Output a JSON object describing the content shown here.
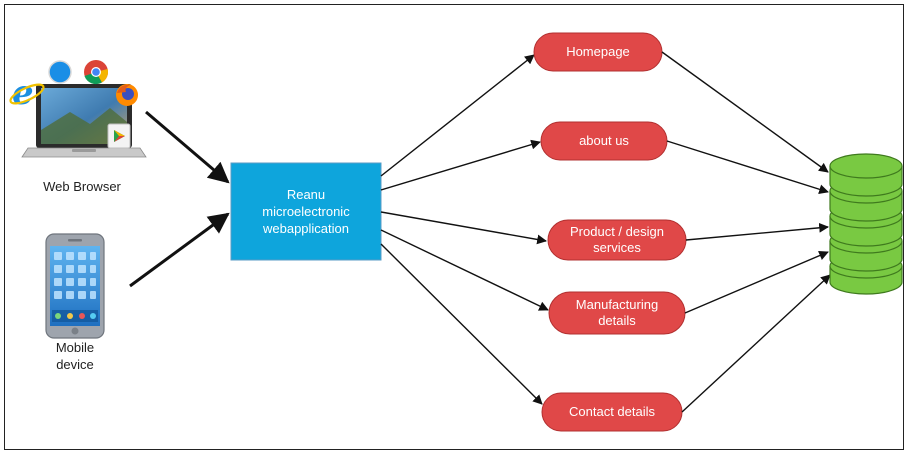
{
  "devices": {
    "web_browser_label": "Web Browser",
    "mobile_label": "Mobile\ndevice"
  },
  "central": {
    "label": "Reanu\nmicroelectronic\nwebapplication",
    "color": "#0ea5dc"
  },
  "pages": [
    {
      "label": "Homepage"
    },
    {
      "label": "about us"
    },
    {
      "label": "Product / design\nservices"
    },
    {
      "label": "Manufacturing\ndetails"
    },
    {
      "label": "Contact details"
    }
  ],
  "colors": {
    "page_node": "#e04848",
    "database": "#79c942",
    "arrow": "#111111"
  },
  "icons": [
    "laptop-icon",
    "ie-icon",
    "safari-icon",
    "chrome-icon",
    "firefox-icon",
    "smartphone-icon",
    "database-icon"
  ]
}
